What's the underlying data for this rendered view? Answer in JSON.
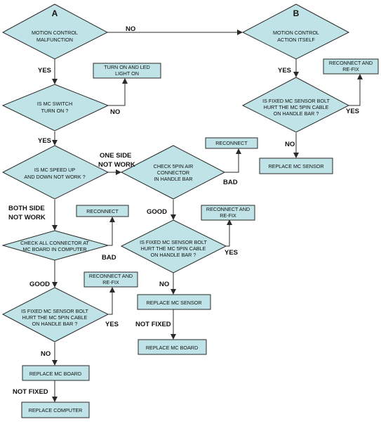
{
  "nodes": {
    "a_start": {
      "id": "A",
      "lines": [
        "MOTION CONTROL",
        "MALFUNCTION"
      ]
    },
    "b_start": {
      "id": "B",
      "lines": [
        "MOTION CONTROL",
        "ACTION ITSELF"
      ]
    },
    "led": {
      "lines": [
        "TURN ON AND LED",
        "LIGHT ON"
      ]
    },
    "switch": {
      "lines": [
        "IS MC SWITCH",
        "TURN ON ?"
      ]
    },
    "speed": {
      "lines": [
        "IS MC SPEED UP",
        "AND DOWN NOT WORK ?"
      ]
    },
    "air": {
      "lines": [
        "CHECK 5PIN AIR",
        "CONNECTOR",
        "IN HANDLE BAR"
      ]
    },
    "reconnect_top": {
      "lines": [
        "RECONNECT"
      ]
    },
    "b_bolt": {
      "lines": [
        "IS FIXED MC SENSOR BOLT",
        "HURT THE MC 5PIN CABLE",
        "ON HANDLE BAR ?"
      ]
    },
    "b_refix": {
      "lines": [
        "RECONNECT AND",
        "RE-FIX"
      ]
    },
    "b_replace": {
      "lines": [
        "REPLACE MC SENSOR"
      ]
    },
    "reconnect_left": {
      "lines": [
        "RECONNECT"
      ]
    },
    "check_all": {
      "lines": [
        "CHECK ALL CONNECTOR AT",
        "MC BOARD IN COMPUTER"
      ]
    },
    "mid_refix": {
      "lines": [
        "RECONNECT AND",
        "RE-FIX"
      ]
    },
    "mid_bolt": {
      "lines": [
        "IS FIXED MC SENSOR BOLT",
        "HURT THE MC 5PIN CABLE",
        "ON HANDLE BAR ?"
      ]
    },
    "mid_replace_sensor": {
      "lines": [
        "REPLACE MC SENSOR"
      ]
    },
    "mid_replace_board": {
      "lines": [
        "REPLACE MC BOARD"
      ]
    },
    "left_refix": {
      "lines": [
        "RECONNECT AND",
        "RE-FIX"
      ]
    },
    "left_bolt": {
      "lines": [
        "IS FIXED MC SENSOR BOLT",
        "HURT THE MC 5PIN CABLE",
        "ON HANDLE BAR ?"
      ]
    },
    "left_replace_board": {
      "lines": [
        "REPLACE MC BOARD"
      ]
    },
    "left_replace_computer": {
      "lines": [
        "REPLACE COMPUTER"
      ]
    }
  },
  "edge_labels": {
    "a_no": "NO",
    "a_yes": "YES",
    "switch_no": "NO",
    "switch_yes": "YES",
    "b_yes": "YES",
    "b_bolt_yes": "YES",
    "b_bolt_no": "NO",
    "one_side": [
      "ONE SIDE",
      "NOT WORK"
    ],
    "both_side": [
      "BOTH SIDE",
      "NOT WORK"
    ],
    "air_bad": "BAD",
    "air_good": "GOOD",
    "check_bad": "BAD",
    "check_good": "GOOD",
    "mid_yes": "YES",
    "mid_no": "NO",
    "mid_not_fixed": "NOT FIXED",
    "left_yes": "YES",
    "left_no": "NO",
    "left_not_fixed": "NOT FIXED"
  }
}
